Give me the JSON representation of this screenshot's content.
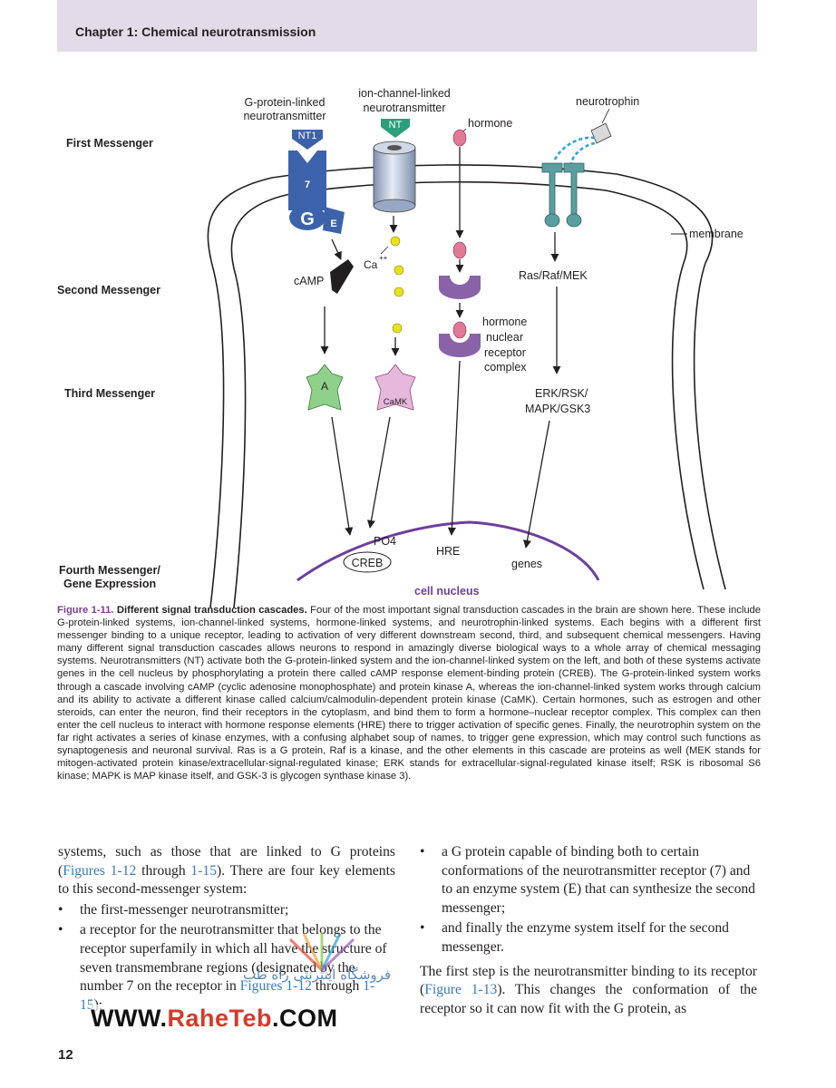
{
  "header": {
    "chapter_title": "Chapter 1: Chemical neurotransmission"
  },
  "rows": {
    "first": "First Messenger",
    "second": "Second Messenger",
    "third": "Third Messenger",
    "fourth_1": "Fourth Messenger/",
    "fourth_2": "Gene Expression"
  },
  "diagram": {
    "gp_label_1": "G-protein-linked",
    "gp_label_2": "neurotransmitter",
    "ic_label_1": "ion-channel-linked",
    "ic_label_2": "neurotransmitter",
    "hormone": "hormone",
    "neurotrophin": "neurotrophin",
    "nt1": "NT1",
    "nt": "NT",
    "seven": "7",
    "g": "G",
    "e": "E",
    "membrane": "membrane",
    "camp": "cAMP",
    "ca": "Ca",
    "ca_charge": "++",
    "ras": "Ras/Raf/MEK",
    "complex_1": "hormone",
    "complex_2": "nuclear",
    "complex_3": "receptor",
    "complex_4": "complex",
    "kinase_a": "A",
    "camk": "CaMK",
    "erk_1": "ERK/RSK/",
    "erk_2": "MAPK/GSK3",
    "po4": "PO4",
    "creb": "CREB",
    "hre": "HRE",
    "genes": "genes",
    "nucleus": "cell nucleus"
  },
  "caption": {
    "figure_number": "Figure 1-11.",
    "figure_title": "Different signal transduction cascades.",
    "text": "Four of the most important signal transduction cascades in the brain are shown here. These include G-protein-linked systems, ion-channel-linked systems, hormone-linked systems, and neurotrophin-linked systems. Each begins with a different first messenger binding to a unique receptor, leading to activation of very different downstream second, third, and subsequent chemical messengers. Having many different signal transduction cascades allows neurons to respond in amazingly diverse biological ways to a whole array of chemical messaging systems. Neurotransmitters (NT) activate both the G-protein-linked system and the ion-channel-linked system on the left, and both of these systems activate genes in the cell nucleus by phosphorylating a protein there called cAMP response element-binding protein (CREB). The G-protein-linked system works through a cascade involving cAMP (cyclic adenosine monophosphate) and protein kinase A, whereas the ion-channel-linked system works through calcium and its ability to activate a different kinase called calcium/calmodulin-dependent protein kinase (CaMK). Certain hormones, such as estrogen and other steroids, can enter the neuron, find their receptors in the cytoplasm, and bind them to form a hormone–nuclear receptor complex. This complex can then enter the cell nucleus to interact with hormone response elements (HRE) there to trigger activation of specific genes. Finally, the neurotrophin system on the far right activates a series of kinase enzymes, with a confusing alphabet soup of names, to trigger gene expression, which may control such functions as synaptogenesis and neuronal survival. Ras is a G protein, Raf is a kinase, and the other elements in this cascade are proteins as well (MEK stands for mitogen-activated protein kinase/extracellular-signal-regulated kinase; ERK stands for extracellular-signal-regulated kinase itself; RSK is ribosomal S6 kinase; MAPK is MAP kinase itself, and GSK-3 is glycogen synthase kinase 3)."
  },
  "body": {
    "left_intro_1": "systems, such as those that are linked to G proteins (",
    "left_intro_ref1": "Figures 1-12",
    "left_intro_2": " through ",
    "left_intro_ref2": "1-15",
    "left_intro_3": "). There are four key elements to this second-messenger system:",
    "bullet": "•",
    "left_bullet_1": "the first-messenger neurotransmitter;",
    "left_bullet_2a": "a receptor for the neurotransmitter that belongs to the receptor superfamily in which all have the structure of seven transmembrane regions (designated by the number 7 on the receptor in ",
    "left_bullet_2_ref1": "Figures 1-12",
    "left_bullet_2_mid": " through ",
    "left_bullet_2_ref2": "1-15",
    "left_bullet_2b": ");",
    "right_bullet_1": "a G protein capable of binding both to certain conformations of the neurotransmitter receptor (7) and to an enzyme system (E) that can synthesize the second messenger;",
    "right_bullet_2": "and finally the enzyme system itself for the second messenger.",
    "right_para_1": "The first step is the neurotransmitter binding to its receptor (",
    "right_para_ref": "Figure 1-13",
    "right_para_2": "). This changes the conformation of the receptor so it can now fit with the G protein, as"
  },
  "watermark": {
    "prefix": "WWW.",
    "brand": "RaheTeb",
    "suffix": ".COM",
    "persian": "فروشگاه اینترنتی راه طب"
  },
  "page_number": "12",
  "colors": {
    "header_band": "#e3dbe8",
    "figure_label": "#7a3e8c",
    "link": "#3a7ab8",
    "g_protein_blue": "#3d62ac",
    "ion_channel_gray": "#a9b9d0",
    "hormone_pink": "#e27898",
    "receptor_purple": "#8a62a8",
    "calcium_yellow": "#e9e21a",
    "teal_receptor": "#5a9ea0",
    "kinase_a_green": "#8fd08a",
    "camk_pink": "#e6b8dc",
    "nucleus_purple": "#6c3f9e",
    "neurotrophin_dash": "#30a3d8"
  }
}
